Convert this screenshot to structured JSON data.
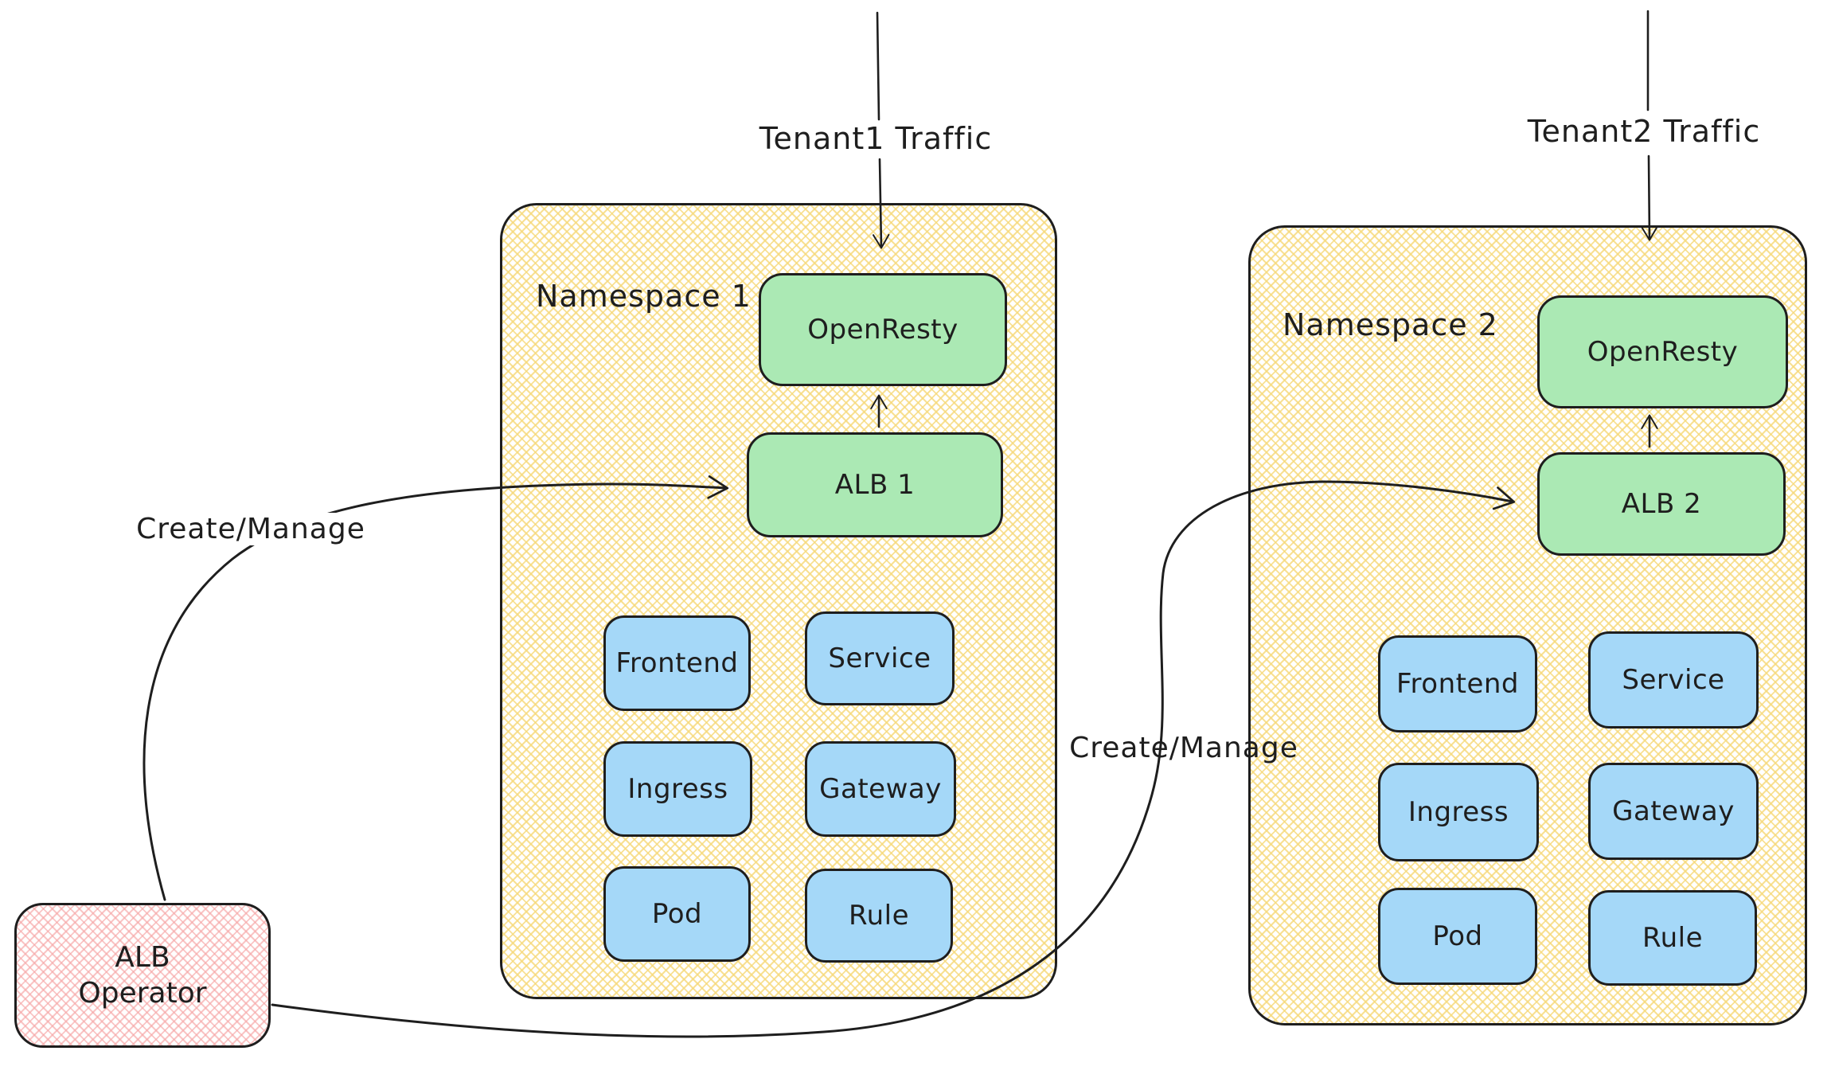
{
  "diagram_type": "architecture-diagram",
  "style": "hand-drawn-sketch",
  "colors": {
    "namespace_fill_hatch": "#f6d97a",
    "green_fill": "#abe9b4",
    "blue_fill": "#a5d8f8",
    "operator_fill_hatch": "#f6a6a6",
    "stroke": "#1e1e1e"
  },
  "labels": {
    "tenant1_traffic": "Tenant1 Traffic",
    "tenant2_traffic": "Tenant2 Traffic",
    "create_manage_left": "Create/Manage",
    "create_manage_right": "Create/Manage"
  },
  "namespace1": {
    "title": "Namespace 1",
    "openresty": "OpenResty",
    "alb": "ALB 1",
    "resources": [
      "Frontend",
      "Service",
      "Ingress",
      "Gateway",
      "Pod",
      "Rule"
    ]
  },
  "namespace2": {
    "title": "Namespace 2",
    "openresty": "OpenResty",
    "alb": "ALB 2",
    "resources": [
      "Frontend",
      "Service",
      "Ingress",
      "Gateway",
      "Pod",
      "Rule"
    ]
  },
  "operator": {
    "name": "ALB Operator",
    "line1": "ALB",
    "line2": "Operator"
  },
  "arrows": [
    {
      "from": "external-top-left",
      "to": "namespace1.openresty",
      "label": "Tenant1 Traffic"
    },
    {
      "from": "external-top-right",
      "to": "namespace2.openresty",
      "label": "Tenant2 Traffic"
    },
    {
      "from": "namespace1.alb",
      "to": "namespace1.openresty",
      "label": ""
    },
    {
      "from": "namespace2.alb",
      "to": "namespace2.openresty",
      "label": ""
    },
    {
      "from": "operator",
      "to": "namespace1.alb",
      "label": "Create/Manage"
    },
    {
      "from": "operator",
      "to": "namespace2.alb",
      "label": "Create/Manage"
    }
  ]
}
